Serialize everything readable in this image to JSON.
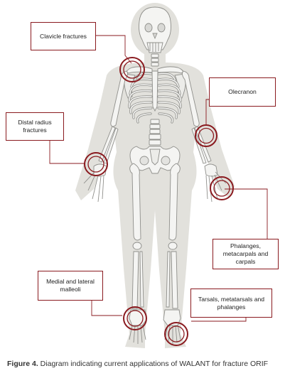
{
  "labels": {
    "clavicle": "Clavicle fractures",
    "olecranon": "Olecranon",
    "distal_radius": "Distal radius fractures",
    "phalanges_hand": "Phalanges, metacarpals and carpals",
    "malleoli": "Medial and lateral malleoli",
    "tarsals": "Tarsals, metatarsals and phalanges"
  },
  "caption": {
    "prefix": "Figure 4.",
    "text": " Diagram indicating current applications of WALANT for fracture ORIF"
  },
  "colors": {
    "accent": "#8a1a1f",
    "silhouette": "#e2e1dc",
    "bone": "#f4f4f2",
    "bone_outline": "#8f8f8b"
  }
}
